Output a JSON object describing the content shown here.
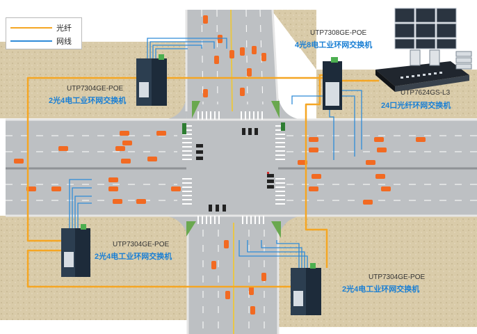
{
  "legend": {
    "fiber": {
      "label": "光纤",
      "color": "#f5a623"
    },
    "cable": {
      "label": "网线",
      "color": "#2e8bd8"
    }
  },
  "devices": {
    "top_left": {
      "model": "UTP7304GE-POE",
      "desc": "2光4电工业环网交换机"
    },
    "top_center": {
      "model": "UTP7308GE-POE",
      "desc": "4光8电工业环网交换机"
    },
    "core": {
      "model": "UTP7624GS-L3",
      "desc": "24口光纤环网交换机"
    },
    "bottom_left": {
      "model": "UTP7304GE-POE",
      "desc": "2光4电工业环网交换机"
    },
    "bottom_right": {
      "model": "UTP7304GE-POE",
      "desc": "2光4电工业环网交换机"
    }
  },
  "colors": {
    "road": "#b9bcbf",
    "curb": "#e6e6e6",
    "soil": "#d8c9a8",
    "car": "#f26a22",
    "fiber": "#f5a623",
    "cable": "#2e8bd8",
    "accent_text": "#1a7fd4"
  }
}
